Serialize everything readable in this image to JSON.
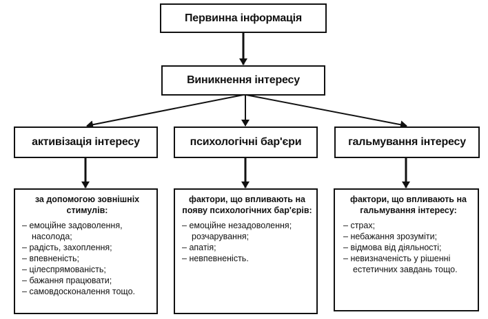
{
  "diagram": {
    "root": {
      "label": "Первинна інформація"
    },
    "second": {
      "label": "Виникнення інтересу"
    },
    "branches": [
      {
        "label": "активізація інтересу",
        "heading": "за допомогою зовнішніх стимулів:",
        "items": [
          "емоційне задоволення, насолода;",
          "радість, захоплення;",
          "впевненість;",
          "цілеспрямованість;",
          "бажання працювати;",
          "самовдосконалення тощо."
        ]
      },
      {
        "label": "психологічні бар'єри",
        "heading": "фактори, що впливають на появу психологічних бар'єрів:",
        "items": [
          "емоційне незадоволення; розчарування;",
          "апатія;",
          "невпевненість."
        ]
      },
      {
        "label": "гальмування інтересу",
        "heading": "фактори, що впливають на гальмування інтересу:",
        "items": [
          "страх;",
          "небажання зрозуміти;",
          "відмова від діяльності;",
          "невизначеність у рішенні естетичних завдань тощо."
        ]
      }
    ]
  }
}
